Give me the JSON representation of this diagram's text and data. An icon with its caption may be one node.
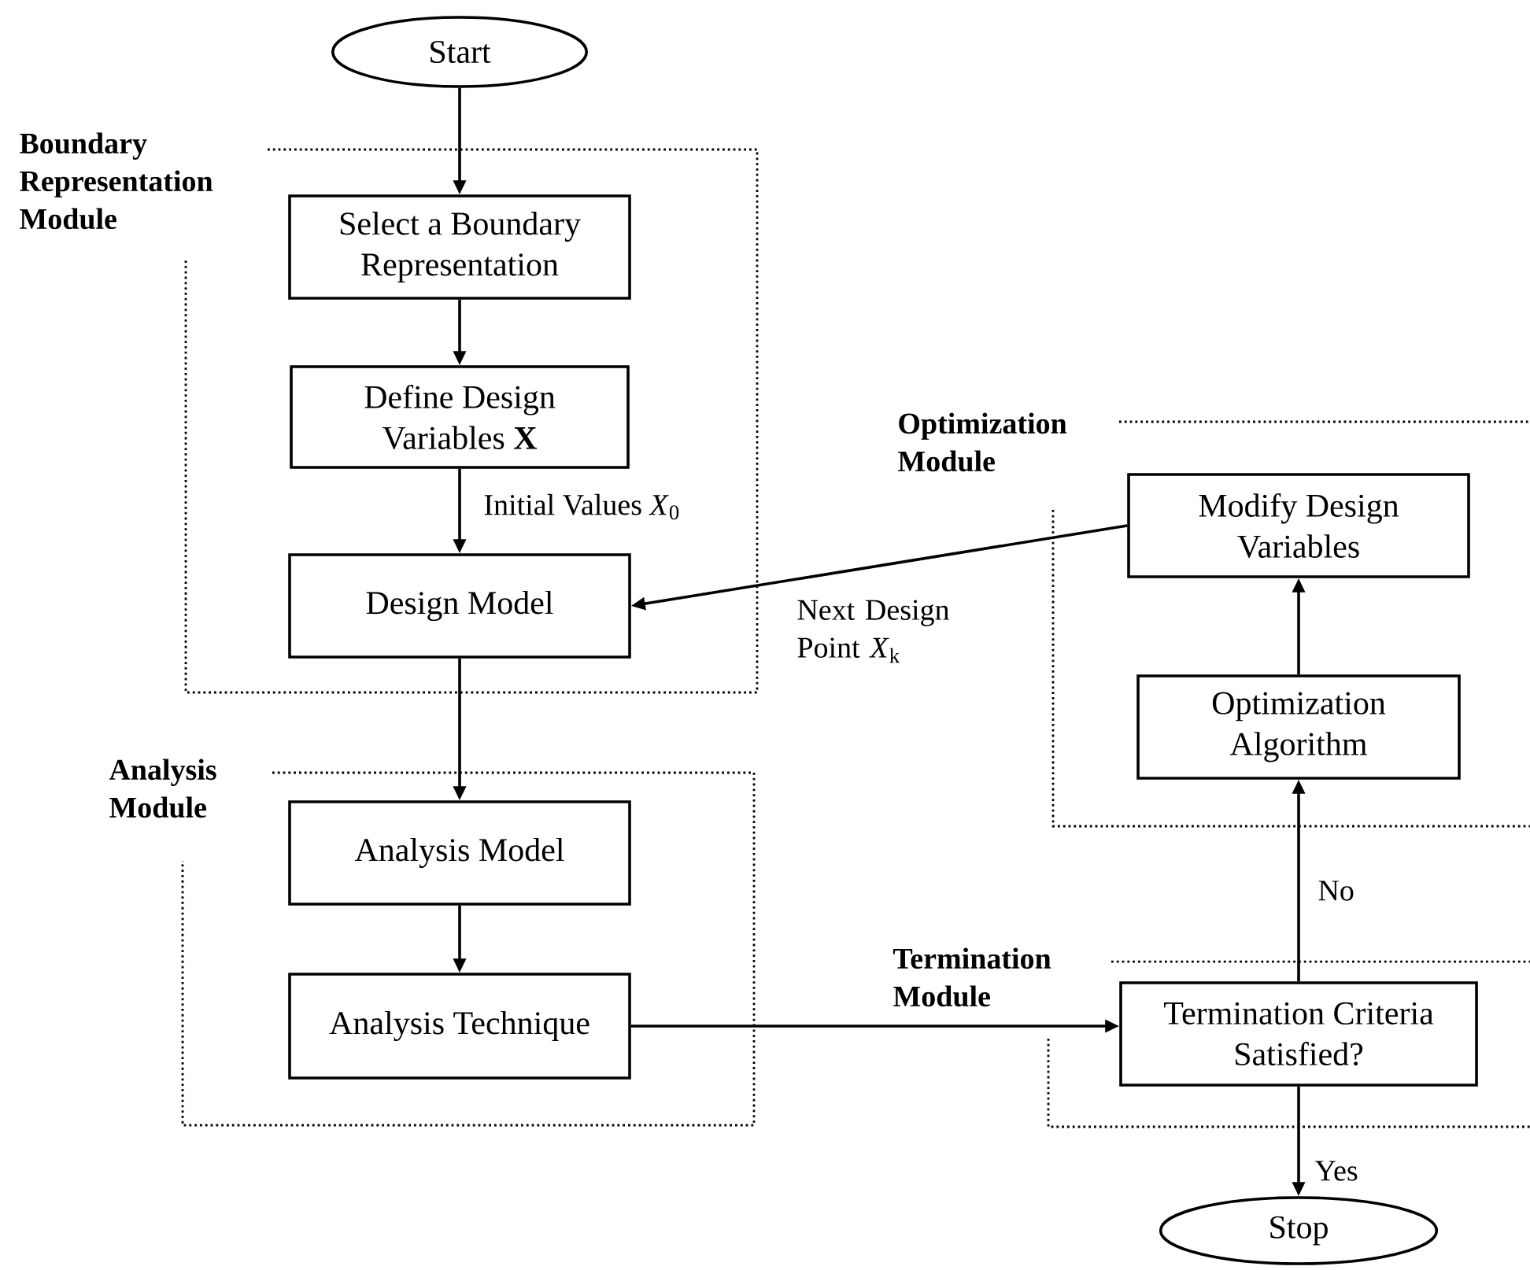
{
  "diagram": {
    "nodes": [
      {
        "text": [
          "Start"
        ]
      },
      {
        "text": [
          "Boundary Representation Module"
        ]
      },
      {
        "text": [
          "Select a Boundary Representation"
        ],
        "in": 1
      },
      {
        "text": [
          "Define Design Variables **X**"
        ],
        "in": 1
      },
      {
        "text": [
          "Design Model"
        ],
        "in": 1
      },
      {
        "text": [
          "Optimization Module"
        ]
      },
      {
        "text": [
          "Modify Design Variables"
        ],
        "in": 5
      },
      {
        "text": [
          "Optimization Algorithm"
        ],
        "in": 5
      },
      {
        "text": [
          "Analysis Module"
        ]
      },
      {
        "text": [
          "Analysis Model"
        ],
        "in": 8
      },
      {
        "text": [
          "Analysis Technique"
        ],
        "in": 8
      },
      {
        "text": [
          "Termination Module"
        ]
      },
      {
        "text": [
          "Termination Criteria Satisfied?"
        ],
        "in": 11
      },
      {
        "text": [
          "Stop"
        ]
      }
    ],
    "edges": [
      {
        "from": 0,
        "to": 2,
        "arrow": "to"
      },
      {
        "from": 2,
        "to": 3,
        "arrow": "to"
      },
      {
        "from": 3,
        "to": 4,
        "arrow": "to",
        "label": "Initial Values *X*$_{0}$"
      },
      {
        "from": 4,
        "to": 9,
        "arrow": "to"
      },
      {
        "from": 9,
        "to": 10,
        "arrow": "to"
      },
      {
        "from": 10,
        "to": 12,
        "arrow": "to"
      },
      {
        "from": 12,
        "to": 7,
        "arrow": "to",
        "label": "No"
      },
      {
        "from": 7,
        "to": 6,
        "arrow": "to"
      },
      {
        "from": 6,
        "to": 4,
        "arrow": "to",
        "label": "Next Design Point *X*$_{k}$"
      },
      {
        "from": 12,
        "to": 13,
        "arrow": "to",
        "label": "Yes"
      }
    ]
  }
}
